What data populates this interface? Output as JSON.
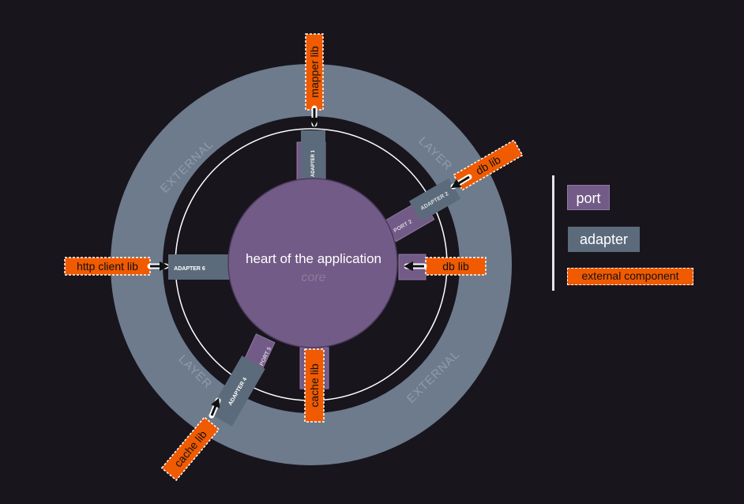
{
  "title": "",
  "core": {
    "title": "heart of the application",
    "subtitle": "core"
  },
  "ring_labels": [
    "EXTERNAL",
    "LAYER",
    "LAYER",
    "EXTERNAL"
  ],
  "ports": [
    "PORT 2",
    "PORT 5"
  ],
  "adapters": [
    "ADAPTER 1",
    "ADAPTER 2",
    "ADAPTER 4",
    "ADAPTER 6"
  ],
  "external_components": [
    "mapper lib",
    "db lib",
    "db lib",
    "http client lib",
    "cache lib",
    "cache lib"
  ],
  "legend": {
    "port": "port",
    "adapter": "adapter",
    "external": "external component"
  },
  "colors": {
    "background": "#18151d",
    "ring": "#6d7b8c",
    "port": "#735b87",
    "adapter": "#5c6b7b",
    "external": "#f05a00"
  }
}
